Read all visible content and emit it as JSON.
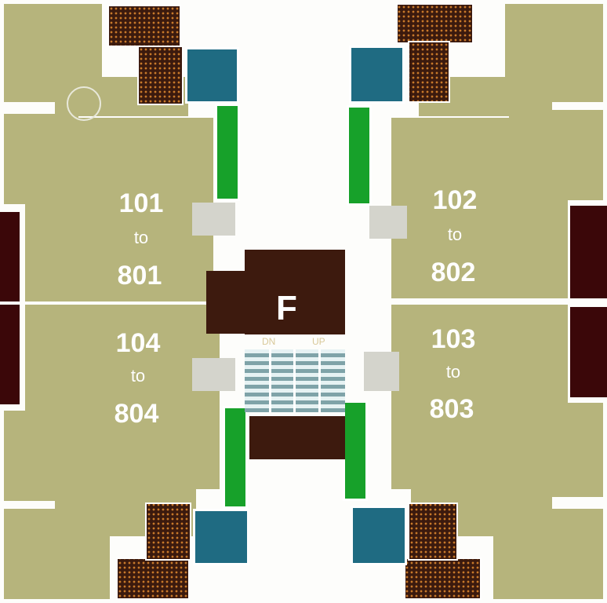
{
  "core": {
    "lift_label": "F",
    "down_label": "DN",
    "up_label": "UP"
  },
  "units": [
    {
      "from": "101",
      "to_word": "to",
      "to": "801"
    },
    {
      "from": "102",
      "to_word": "to",
      "to": "802"
    },
    {
      "from": "103",
      "to_word": "to",
      "to": "803"
    },
    {
      "from": "104",
      "to_word": "to",
      "to": "804"
    }
  ],
  "colors": {
    "room": "#b6b47c",
    "core": "#3d1a0e",
    "toilet": "#3b1a0e",
    "utility": "#1f6b82",
    "duct": "#17a12a",
    "balcony": "#3b0709",
    "stairs": "#e6f2f3"
  }
}
